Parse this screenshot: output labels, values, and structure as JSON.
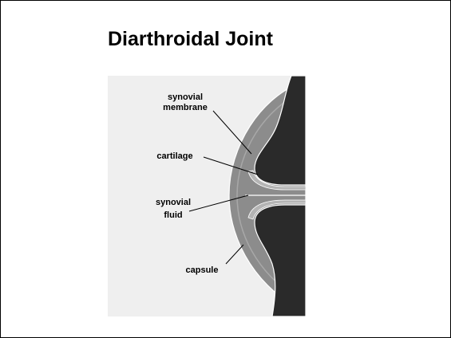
{
  "slide": {
    "title": "Diarthroidal Joint"
  },
  "diagram": {
    "labels": {
      "synovial_membrane_line1": "synovial",
      "synovial_membrane_line2": "membrane",
      "cartilage": "cartilage",
      "synovial_fluid_line1": "synovial",
      "synovial_fluid_line2": "fluid",
      "capsule": "capsule"
    },
    "colors": {
      "panel": "#efefef",
      "bone": "#2a2a2a",
      "capsule": "#8c8c8c",
      "cartilage": "#b4b4b4",
      "outline": "#ffffff",
      "leader": "#000000"
    }
  }
}
